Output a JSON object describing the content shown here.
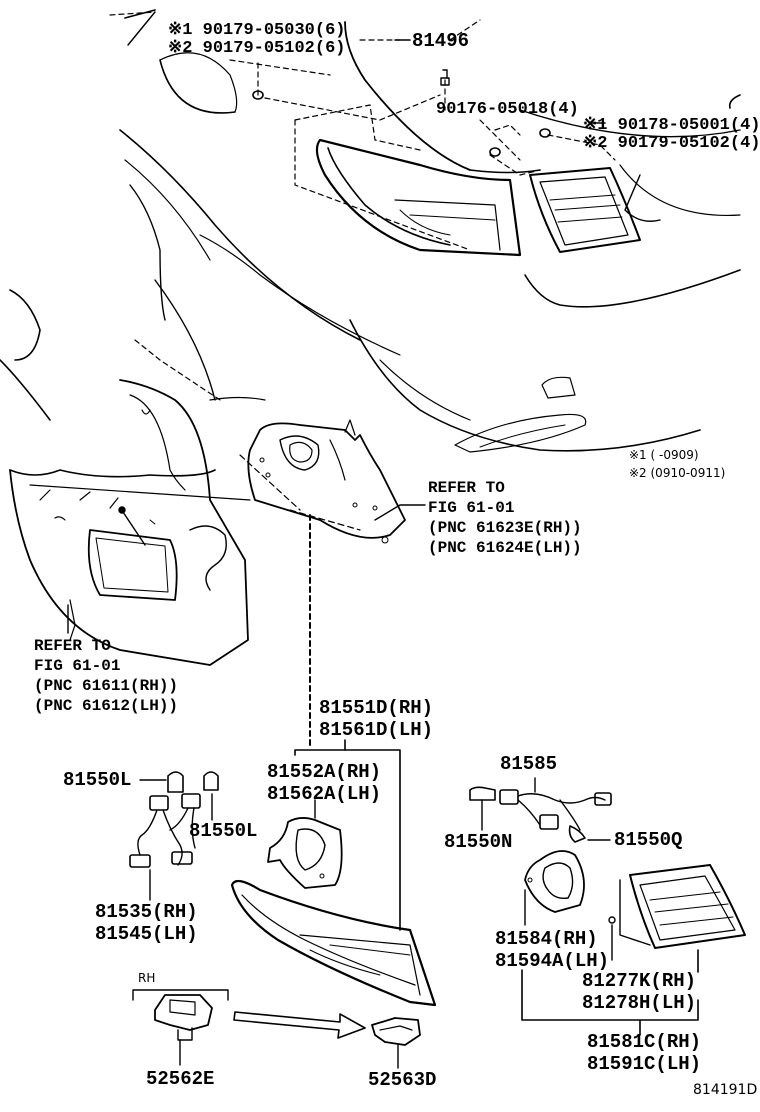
{
  "diagram_code": "814191D",
  "notes": {
    "note1": "※1 (      -0909)",
    "note2": "※2 (0910-0911)"
  },
  "fastener_labels": {
    "f1": "※1 90179-05030(6)",
    "f2": "※2 90179-05102(6)",
    "f3": "81496",
    "f4": "90176-05018(4)",
    "f5": "※1 90178-05001(4)",
    "f6": "※2 90179-05102(4)"
  },
  "refer_right": {
    "line1": "REFER TO",
    "line2": "FIG 61-01",
    "line3": "(PNC 61623E(RH))",
    "line4": "(PNC 61624E(LH))"
  },
  "refer_left": {
    "line1": "REFER TO",
    "line2": "FIG 61-01",
    "line3": "(PNC 61611(RH))",
    "line4": "(PNC 61612(LH))"
  },
  "parts": {
    "p81551": "81551D(RH)",
    "p81561": "81561D(LH)",
    "p81552": "81552A(RH)",
    "p81562": "81562A(LH)",
    "p81550L_a": "81550L",
    "p81550L_b": "81550L",
    "p81535": "81535(RH)",
    "p81545": "81545(LH)",
    "p81585": "81585",
    "p81550N": "81550N",
    "p81550Q": "81550Q",
    "p81584": "81584(RH)",
    "p81594": "81594A(LH)",
    "p81277": "81277K(RH)",
    "p81278": "81278H(LH)",
    "p81581": "81581C(RH)",
    "p81591": "81591C(LH)",
    "p52562": "52562E",
    "p52563": "52563D",
    "rh_tag": "RH"
  }
}
